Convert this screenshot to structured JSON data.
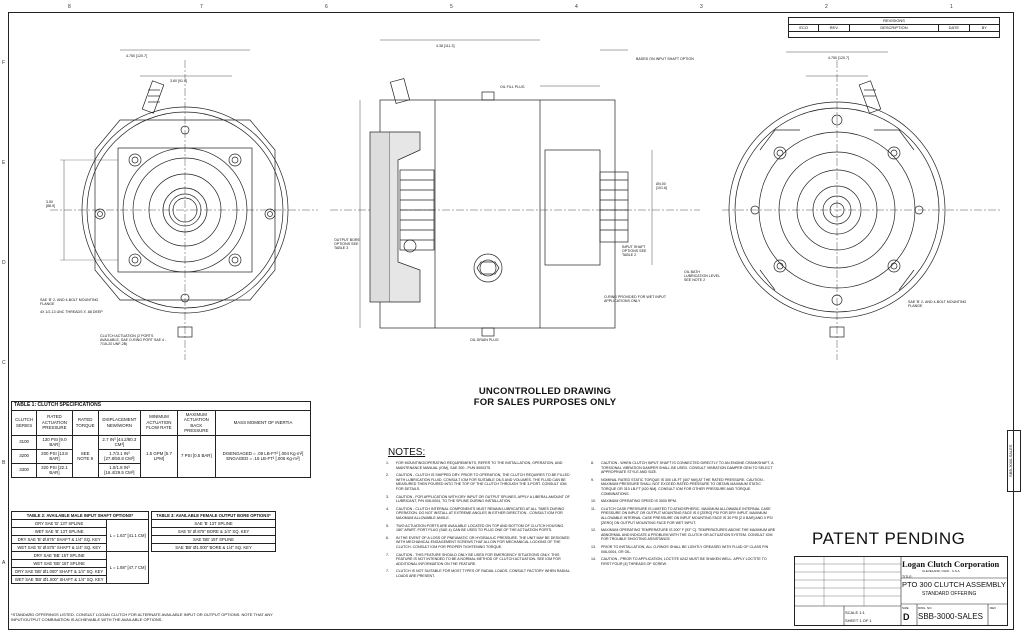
{
  "sheet": {
    "zones_top": [
      "8",
      "7",
      "6",
      "5",
      "4",
      "3",
      "2",
      "1"
    ],
    "zones_side": [
      "F",
      "E",
      "D",
      "C",
      "B",
      "A"
    ]
  },
  "revisions": {
    "title": "REVISIONS",
    "columns": [
      "ECO",
      "REV.",
      "DESCRIPTION",
      "DATE",
      "BY"
    ]
  },
  "banner": {
    "line1": "UNCONTROLLED DRAWING",
    "line2": "FOR SALES PURPOSES ONLY"
  },
  "table1": {
    "caption": "TABLE 1: CLUTCH SPECIFICATIONS",
    "headers": [
      "CLUTCH SERIES",
      "RATED ACTUATION PRESSURE",
      "RATED TORQUE",
      "DISPLACEMENT NEW/WORN",
      "MINIMUM ACTUATION FLOW RATE",
      "MAXIMUM ACTUATION BACK PRESSURE",
      "MASS MOMENT OF INERTIA"
    ],
    "rows": [
      {
        "series": "3100",
        "pressure": "130 PSI [9.0 BAR]",
        "disp": "2.7 IN³ [44.2/80.3 CM³]"
      },
      {
        "series": "3200",
        "pressure": "200 PSI [13.8 BAR]",
        "disp": "1.7/3.1 IN³ [27.8/50.8 CM³]"
      },
      {
        "series": "3300",
        "pressure": "320 PSI [22.1 BAR]",
        "disp": "1.0/1.8 IN³ [16.4/29.5 CM³]"
      }
    ],
    "torque_shared": "SEE NOTE 8",
    "flow_shared": "1.5 GPM [5.7 LPM]",
    "back_shared": "7 PSI [0.5 BAR]",
    "inertia_line1": "DISENGAGED = .09 LB-FT² [.004 Kg·m²]",
    "inertia_line2": "ENGAGED = .16 LB-FT² [.006 Kg·m²]"
  },
  "table2": {
    "caption": "TABLE 2: AVAILABLE MALE INPUT SHAFT OPTIONS*",
    "rows": [
      {
        "name": "DRY SAE 'B' 13T SPLINE",
        "len": ""
      },
      {
        "name": "WET SAE 'B' 13T SPLINE",
        "len": "L = 1.63\" [41.1 CM]"
      },
      {
        "name": "DRY SAE 'B' Ø.875\" SHAFT & 1/4\" SQ. KEY",
        "len": ""
      },
      {
        "name": "WET SAE 'B' Ø.875\" SHAFT & 1/4\" SQ. KEY",
        "len": ""
      },
      {
        "name": "DRY SAE 'BB' 15T SPLINE",
        "len": ""
      },
      {
        "name": "WET SAE 'BB' 15T SPLINE",
        "len": "L = 1.88\" [47.7 CM]"
      },
      {
        "name": "DRY SAE 'BB' Ø1.000\" SHAFT & 1/4\" SQ. KEY",
        "len": ""
      },
      {
        "name": "WET SAE 'BB' Ø1.000\" SHAFT & 1/4\" SQ. KEY",
        "len": ""
      }
    ]
  },
  "table3": {
    "caption": "TABLE 3: AVAILABLE FEMALE OUTPUT BORE OPTIONS*",
    "rows": [
      "SAE 'B' 13T SPLINE",
      "SAE 'B' Ø.875\" BORE & 1/4\" SQ. KEY",
      "SAE 'BB' 15T SPLINE",
      "SAE 'BB' Ø1.000\" BORE & 1/4\" SQ. KEY"
    ]
  },
  "footnote": "*STANDARD OFFERINGS LISTED. CONSULT LOGAN CLUTCH FOR ALTERNATE AVAILABLE INPUT OR OUTPUT OPTIONS. NOTE THAT ANY INPUT/OUTPUT COMBINATION IS ACHIEVABLE WITH THE AVAILABLE OPTIONS.",
  "notes": {
    "heading": "NOTES:",
    "left": [
      {
        "n": "1.",
        "t": "FOR MOUNTING/OPERATING REQUIREMENTS, REFER TO THE INSTALLATION, OPERATION, AND MAINTENANCE MANUAL (IOM), SAE 300 - PUN 5000375"
      },
      {
        "n": "2.",
        "t": "CAUTION - CLUTCH IS SHIPPED DRY. PRIOR TO OPERATION, THE CLUTCH REQUIRES TO BE FILLED WITH LUBRICATION FLUID. CONSULT IOM FOR SUITABLE OILS AND VOLUMES. THE FLUID CAN BE MEASURED THEN POURED INTO THE TOP OF THE CLUTCH THROUGH THE 3-PORT. CONSULT IOM FOR DETAILS."
      },
      {
        "n": "3.",
        "t": "CAUTION - FOR APPLICATION WITH DRY INPUT OR OUTPUT SPLINES, APPLY A LIBERAL AMOUNT OF LUBRICANT, P/N 006-0004, TO THE SPLINE DURING INSTALLATION."
      },
      {
        "n": "4.",
        "t": "CAUTION - CLUTCH INTERNAL COMPONENTS MUST REMAIN LUBRICATED AT ALL TIMES DURING OPERATION. DO NOT INSTALL AT EXTREME ANGLES IN EITHER DIRECTION - CONSULT IOM FOR MAXIMUM ALLOWABLE ANGLE."
      },
      {
        "n": "5.",
        "t": "TWO ACTUATION PORTS ARE AVAILABLE LOCATED ON TOP AND BOTTOM OF CLUTCH HOUSING. 180° APART. PORT PLUG (SAE 4) CAN BE USED TO PLUG ONE OF THE ACTUATION PORTS."
      },
      {
        "n": "6.",
        "t": "IN THE EVENT OF A LOSS OF PNEUMATIC OR HYDRAULIC PRESSURE, THE UNIT MAY BE DESIGNED WITH MECHANICAL ENGAGEMENT SCREWS THAT ALLOW FOR MECHANICAL LOCKING OF THE CLUTCH. CONSULT IOM FOR PROPER TIGHTENING TORQUE."
      },
      {
        "n": "7.",
        "t": "CAUTION - THIS FEATURE SHOULD ONLY BE USED FOR EMERGENCY SITUATIONS ONLY. THIS FEATURE IS NOT INTENDED TO BE A NORMAL METHOD OF CLUTCH ACTUATION. SEE IOM FOR ADDITIONAL INFORMATION ON THE FEATURE."
      },
      {
        "n": "7.",
        "t": "CLUTCH IS NOT SUITABLE FOR MOST TYPES OF RADIAL LOADS. CONSULT FACTORY WHEN RADIAL LOADS ARE PRESENT."
      }
    ],
    "right": [
      {
        "n": "8.",
        "t": "CAUTION - WHEN CLUTCH INPUT SHAFT IS CONNECTED DIRECTLY TO AN ENGINE CRANKSHAFT, A TORSIONAL VIBRATION DAMPER SHALL BE USED. CONSULT VIBRATION DAMPER OEM TO SELECT APPROPRIATE STYLE AND SIZE."
      },
      {
        "n": "9.",
        "t": "NOMINAL RATED STATIC TORQUE IS 300 LB-FT [407 NM] AT THE RATED PRESSURE. CAUTION - MAXIMUM PRESSURE SHALL NOT EXCEED RATED PRESSURE TO OBTAIN MAXIMUM STATIC TORQUE OR 310 LB-FT [420 NM]. CONSULT IOM FOR OTHER PRESSURE AND TORQUE COMBINATIONS."
      },
      {
        "n": "10.",
        "t": "MAXIMUM OPERATING SPEED IS 3000 RPM."
      },
      {
        "n": "11.",
        "t": "CLUTCH CASE PRESSURE IS LIMITED TO ATMOSPHERIC. MAXIMUM ALLOWABLE INTERNAL CASE PRESSURE ON INPUT OR OUTPUT MOUNTING FACE IS 0 [ZERO] PSI FOR DRY INPUT. MAXIMUM ALLOWABLE INTERNAL CASE PRESSURE ON INPUT MOUNTING FACE IS 30 PSI [2.0 BAR] AND 0 PSI [ZERO] ON OUTPUT MOUNTING FACE FOR WET INPUT."
      },
      {
        "n": "12.",
        "t": "MAXIMUM OPERATING TEMPERATURE IS 200° F [93° C]. TEMPERATURES ABOVE THE MAXIMUM ARE ABNORMAL AND INDICATE A PROBLEM WITH THE CLUTCH OR ACTUATION SYSTEM. CONSULT IOM FOR TROUBLE SHOOTING ASSISTANCE."
      },
      {
        "n": "13.",
        "t": "PRIOR TO INSTALLATION, ALL O-RINGS SHALL BE LIGHTLY GREASED WITH FLUID OF CLASS P/N 006-0004, OR OIL."
      },
      {
        "n": "14.",
        "t": "CAUTION - PRIOR TO APPLICATION, LOCTITE #242 MUST BE SHAKEN WELL. APPLY LOCTITE TO FIRST FOUR [4] THREADS OF SCREW."
      }
    ]
  },
  "title_block": {
    "patent": "PATENT PENDING",
    "company": "Logan Clutch Corporation",
    "company_sub": "CLEVELAND, OHIO · U.S.A.",
    "title_label": "TITLE:",
    "title_line1": "PTO 300 CLUTCH ASSEMBLY",
    "title_line2": "STANDARD OFFERING",
    "size_label": "SIZE",
    "size": "D",
    "dwg_label": "DWG. NO.",
    "dwg_no": "SBB-3000-SALES",
    "rev_label": "REV",
    "scale": "SCALE 1:1",
    "sheet": "SHEET 1 OF 1"
  },
  "side_id": "SBB-3000-SALES",
  "callouts": {
    "left_mount": "SAE 'B' 2- AND 4-BOLT MOUNTING FLANGE",
    "left_thread": "4X 1/2-13 UNC THREADS X .88 DEEP",
    "left_actuation": "CLUTCH ACTUATION (2 PORTS AVAILABLE, SAE O-RING PORT SAE 4 - 7/16-20 UNF-2B)",
    "oil_fill": "OIL FILL PLUG",
    "basic_input": "BASED ON INPUT SHAFT OPTION",
    "output_bore": "OUTPUT BORE OPTIONS SEE TABLE 3",
    "input_shaft": "INPUT SHAFT OPTIONS SEE TABLE 2",
    "oring": "O-RING PROVIDED FOR WET INPUT APPLICATIONS ONLY",
    "oil_drain": "OIL DRAIN PLUG",
    "oil_bath": "OIL BATH LUBRICATION LEVEL SEE NOTE 2",
    "right_mount": "SAE 'B' 2- AND 4-BOLT MOUNTING FLANGE"
  },
  "dims": {
    "d_4_750": "4.750 [120.7]",
    "d_3_6": "3.60 [91.4]",
    "d_3_5": "3.50 [88.9]",
    "d_4_38": "4.38 [111.3]",
    "d_bore": "Ø4.00 [101.6]"
  }
}
